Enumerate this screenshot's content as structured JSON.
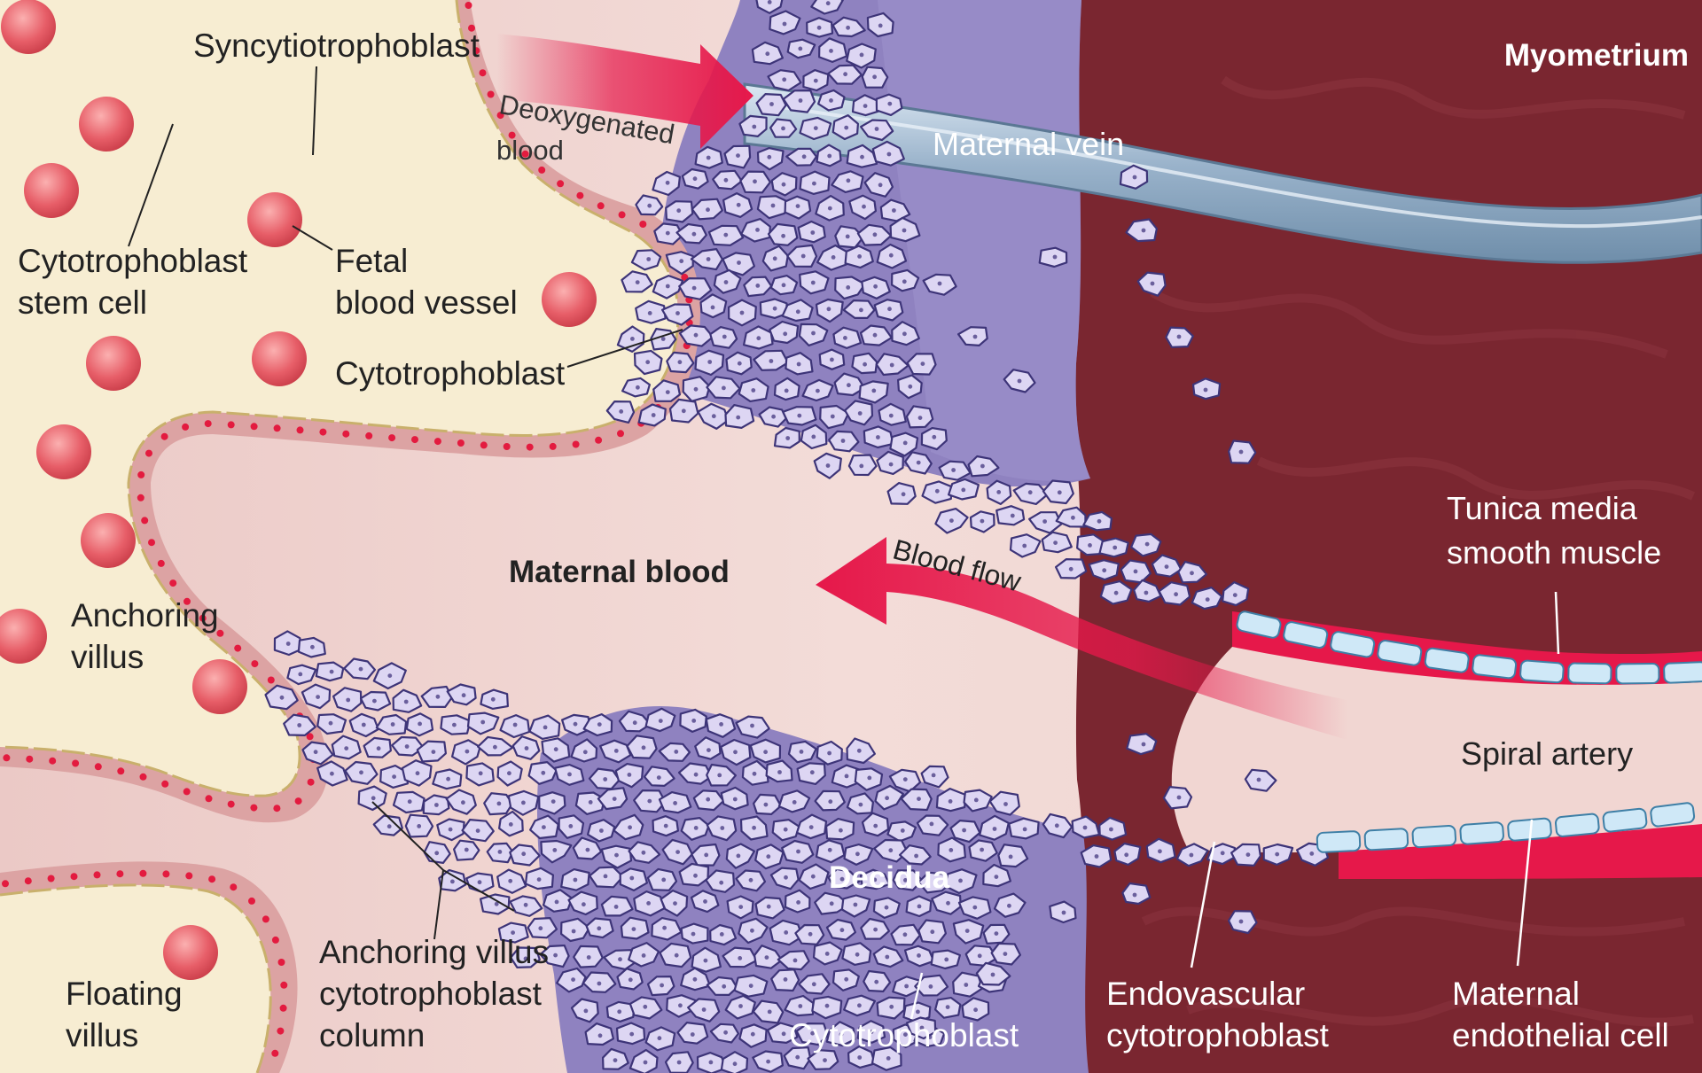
{
  "labels": {
    "syncytiotrophoblast": "Syncytiotrophoblast",
    "deoxygenated_1": "Deoxygenated",
    "deoxygenated_2": "blood",
    "myometrium": "Myometrium",
    "maternal_vein": "Maternal vein",
    "cyto_stem_1": "Cytotrophoblast",
    "cyto_stem_2": "stem cell",
    "fetal_vessel_1": "Fetal",
    "fetal_vessel_2": "blood vessel",
    "cytotrophoblast_top": "Cytotrophoblast",
    "maternal_blood": "Maternal blood",
    "blood_flow": "Blood flow",
    "tunica_1": "Tunica media",
    "tunica_2": "smooth muscle",
    "anchoring_villus_1": "Anchoring",
    "anchoring_villus_2": "villus",
    "spiral_artery": "Spiral artery",
    "decidua": "Decidua",
    "column_1": "Anchoring villus",
    "column_2": "cytotrophoblast",
    "column_3": "column",
    "floating_1": "Floating",
    "floating_2": "villus",
    "cytotrophoblast_bottom": "Cytotrophoblast",
    "endovascular_1": "Endovascular",
    "endovascular_2": "cytotrophoblast",
    "endothelial_1": "Maternal",
    "endothelial_2": "endothelial cell"
  },
  "colors": {
    "myometrium": "#7a2630",
    "decidua": "#8f82c0",
    "maternal_blood": "#efcfca",
    "villus_core": "#f7edd2",
    "syncytium": "#dca3a3",
    "arrow": "#e6184a",
    "vein": "#9cb4cc",
    "cell_fill": "#ddd6f3",
    "cell_stroke": "#3d3478",
    "rbc": "#e65a64",
    "endothelium": "#cfe8f7"
  }
}
